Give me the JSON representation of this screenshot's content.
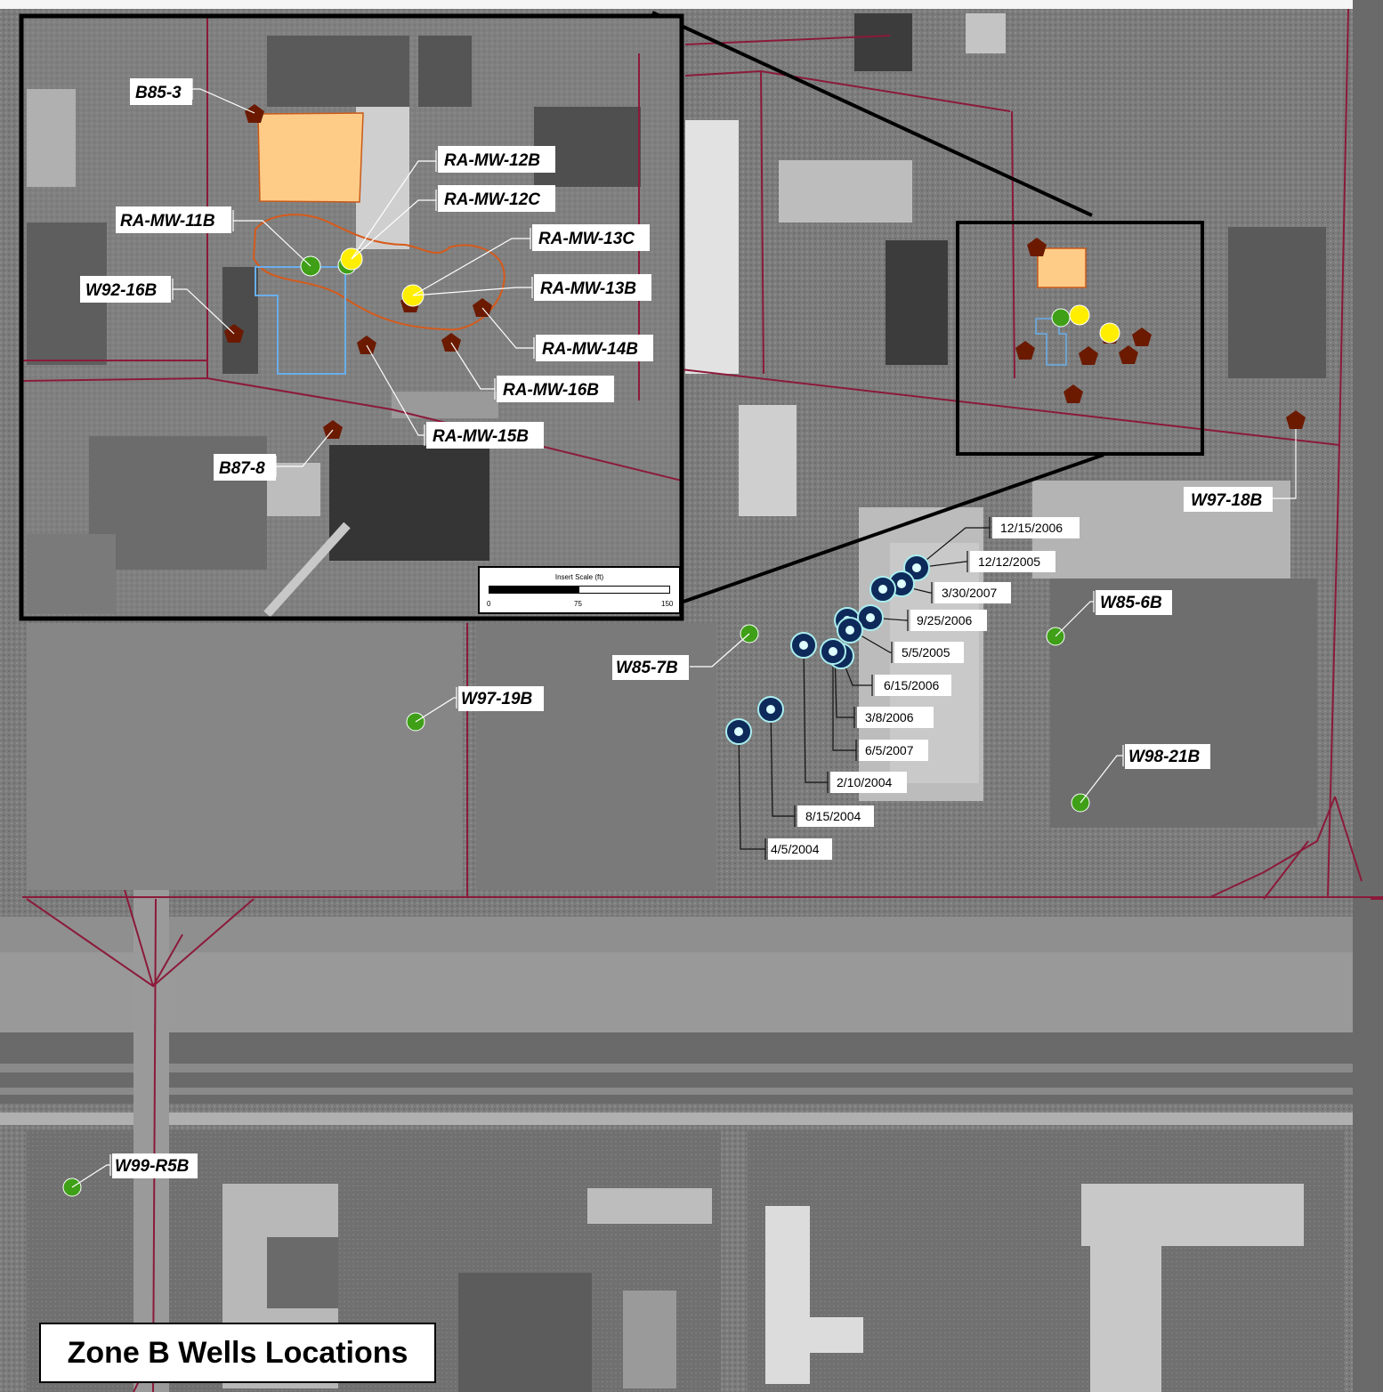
{
  "title": "Zone B Wells Locations",
  "scale": {
    "title": "Insert Scale (ft)",
    "ticks": [
      "0",
      "75",
      "150"
    ]
  },
  "colors": {
    "parcel_line": "#8b1a3a",
    "pentagon_well": "#6b1a00",
    "green_well": "#3fa018",
    "yellow_well": "#ffee00",
    "source_area_fill": "#ffcc88",
    "source_area_outline": "#c85a1a",
    "plume_outline": "#d65a1a",
    "building_outline": "#6aaeea",
    "date_marker": "#0d2a5a"
  },
  "inset_labels": [
    "B85-3",
    "RA-MW-12B",
    "RA-MW-12C",
    "RA-MW-11B",
    "RA-MW-13C",
    "W92-16B",
    "RA-MW-13B",
    "RA-MW-14B",
    "RA-MW-16B",
    "RA-MW-15B",
    "B87-8"
  ],
  "main_labels": [
    "W97-18B",
    "W85-6B",
    "W85-7B",
    "W97-19B",
    "W98-21B",
    "W99-R5B"
  ],
  "date_labels": [
    "12/15/2006",
    "12/12/2005",
    "3/30/2007",
    "9/25/2006",
    "5/5/2005",
    "6/15/2006",
    "3/8/2006",
    "6/5/2007",
    "2/10/2004",
    "8/15/2004",
    "4/5/2004"
  ]
}
